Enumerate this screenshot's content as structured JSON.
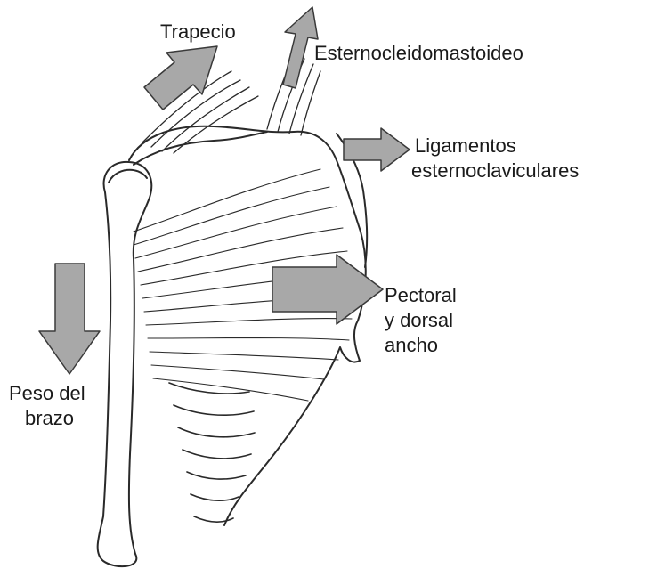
{
  "labels": {
    "trapecio": "Trapecio",
    "esternocleidomastoideo": "Esternocleidomastoideo",
    "ligamentos": {
      "line1": "Ligamentos",
      "line2": "esternoclaviculares"
    },
    "pectoral": {
      "line1": "Pectoral",
      "line2": "y dorsal",
      "line3": "ancho"
    },
    "peso": {
      "line1": "Peso del",
      "line2": "brazo"
    }
  },
  "colors": {
    "arrow_fill": "#a8a8a8",
    "arrow_stroke": "#3a3a3a",
    "line": "#2a2a2a",
    "text": "#1a1a1a"
  }
}
